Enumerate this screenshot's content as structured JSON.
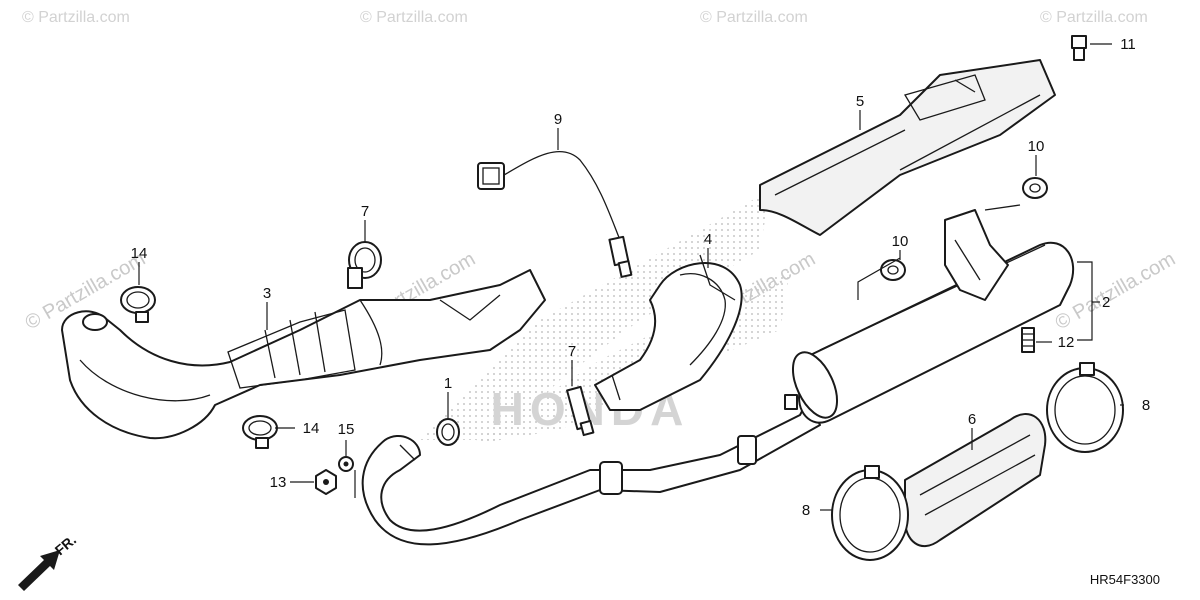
{
  "diagram": {
    "code": "HR54F3300",
    "direction_label": "FR.",
    "watermark": "© Partzilla.com",
    "side_watermark": "© Partzilla.com",
    "background_logo_text": "HONDA",
    "callouts": {
      "c1": "1",
      "c2": "2",
      "c3": "3",
      "c4": "4",
      "c5": "5",
      "c6": "6",
      "c7a": "7",
      "c7b": "7",
      "c8a": "8",
      "c8b": "8",
      "c9": "9",
      "c10a": "10",
      "c10b": "10",
      "c11": "11",
      "c12": "12",
      "c13": "13",
      "c14a": "14",
      "c14b": "14",
      "c15": "15"
    }
  }
}
